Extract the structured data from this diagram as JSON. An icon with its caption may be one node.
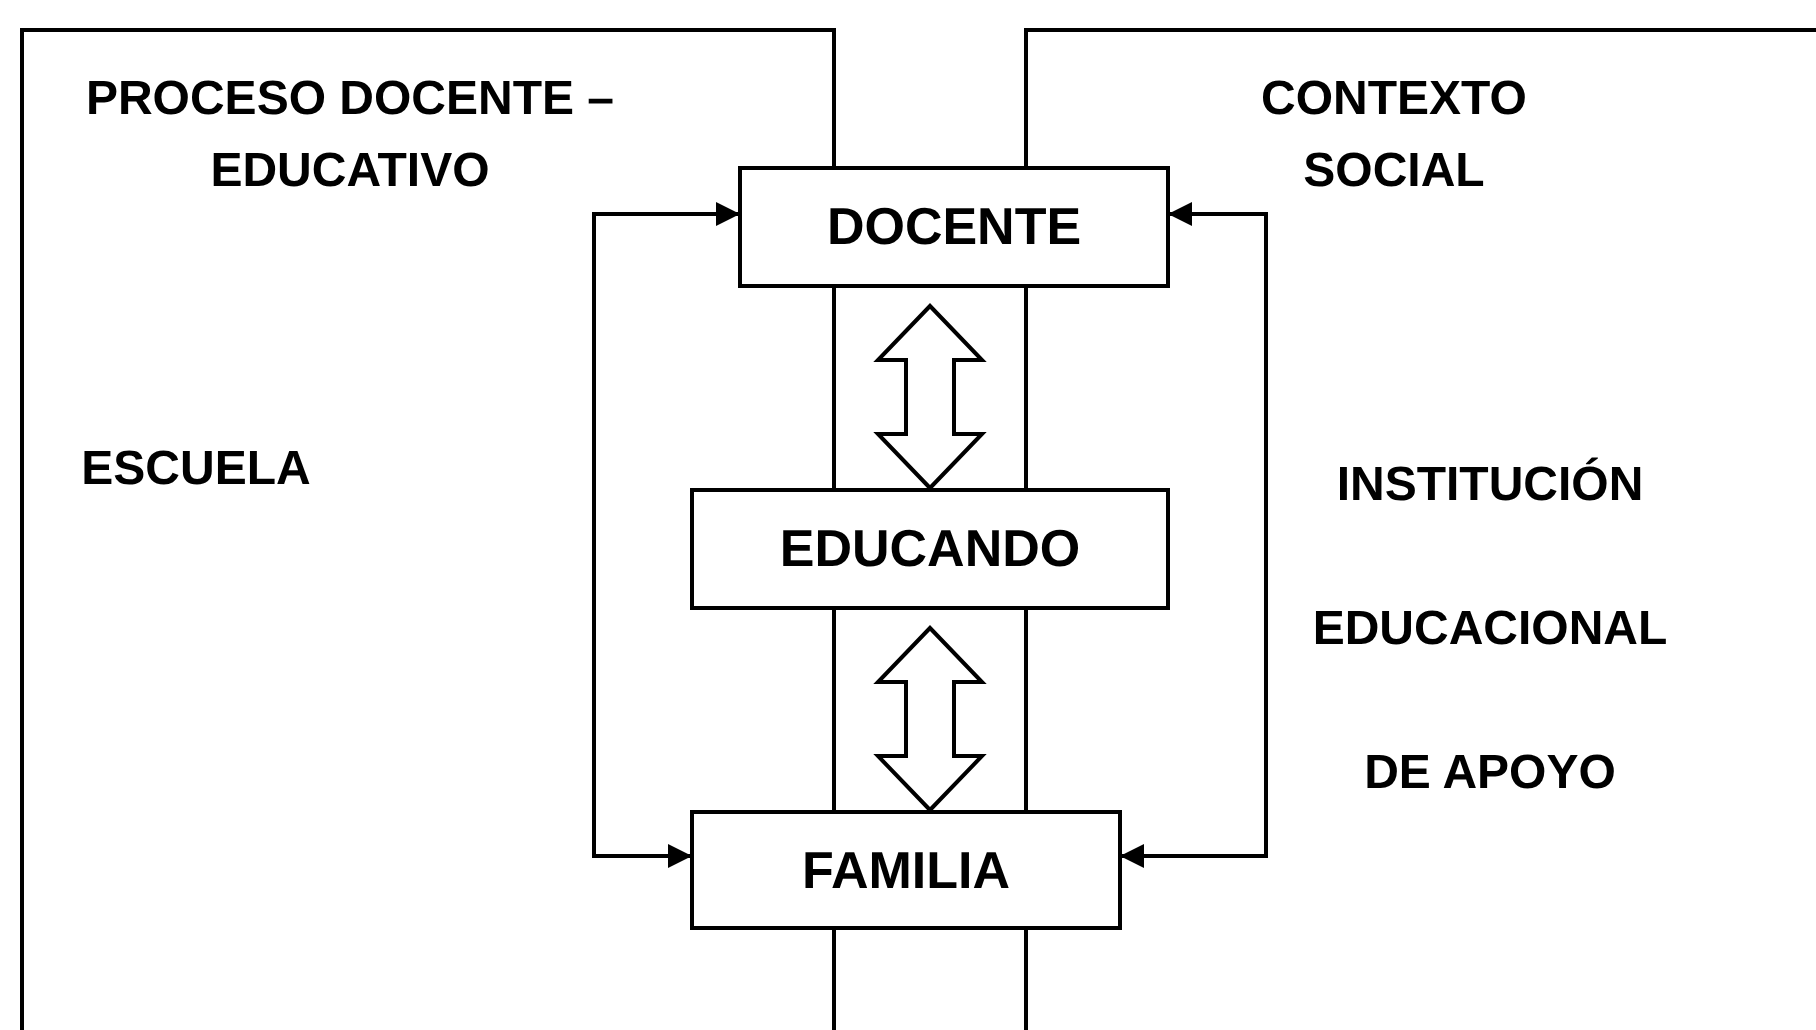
{
  "diagram": {
    "nodes": [
      {
        "text": [
          "DOCENTE"
        ]
      },
      {
        "text": [
          "EDUCANDO"
        ]
      },
      {
        "text": [
          "FAMILIA"
        ]
      }
    ],
    "edges": [
      {
        "from": 0,
        "to": 1,
        "arrow": "both",
        "style": "thick"
      },
      {
        "from": 1,
        "to": 2,
        "arrow": "both",
        "style": "thick"
      },
      {
        "from": 0,
        "to": 2,
        "arrow": "both"
      },
      {
        "from": 0,
        "to": 2,
        "arrow": "both"
      }
    ],
    "labels": [
      "PROCESO DOCENTE – EDUCATIVO",
      "CONTEXTO SOCIAL",
      "ESCUELA",
      "INSTITUCIÓN EDUCACIONAL DE APOYO"
    ]
  }
}
